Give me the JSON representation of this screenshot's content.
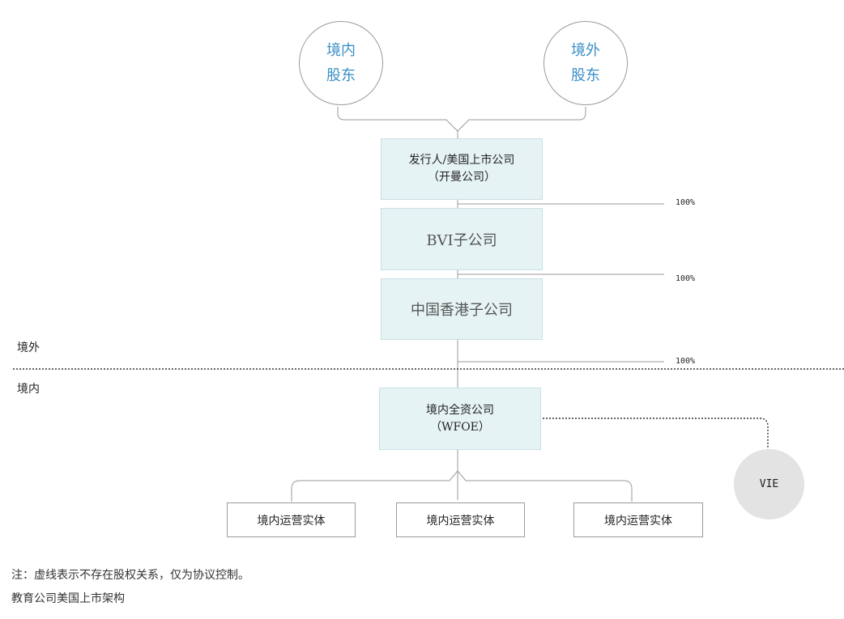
{
  "shareholders": {
    "domestic": [
      "境内",
      "股东"
    ],
    "foreign": [
      "境外",
      "股东"
    ]
  },
  "issuer": [
    "发行人/美国上市公司",
    "（开曼公司）"
  ],
  "bvi": "BVI子公司",
  "hk": "中国香港子公司",
  "wfoe": [
    "境内全资公司",
    "（WFOE）"
  ],
  "ownership": [
    "100%",
    "100%",
    "100%"
  ],
  "zones": {
    "offshore": "境外",
    "onshore": "境内"
  },
  "entities": [
    "境内运营实体",
    "境内运营实体",
    "境内运营实体"
  ],
  "vie": "VIE",
  "note": "注：虚线表示不存在股权关系，仅为协议控制。",
  "caption": "教育公司美国上市架构"
}
